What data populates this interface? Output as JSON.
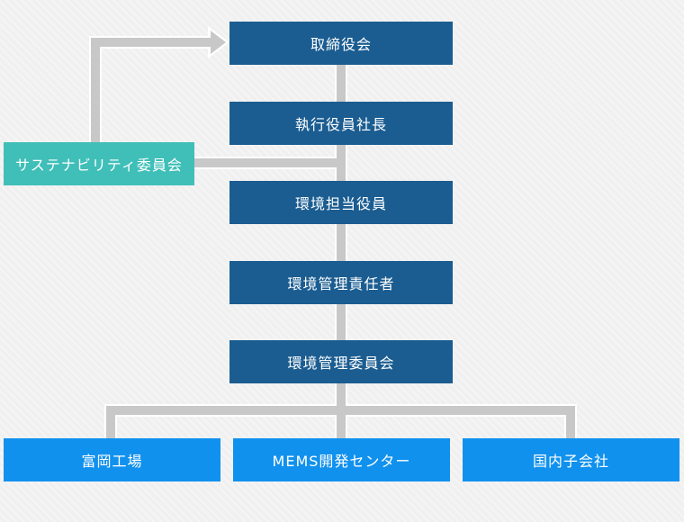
{
  "diagram": {
    "nodes": {
      "board": "取締役会",
      "president": "執行役員社長",
      "sustainability": "サステナビリティ委員会",
      "env_officer": "環境担当役員",
      "env_manager": "環境管理責任者",
      "env_committee": "環境管理委員会",
      "tomioka": "富岡工場",
      "mems": "MEMS開発センター",
      "subsidiaries": "国内子会社"
    }
  },
  "colors": {
    "primary_box": "#1b5d91",
    "committee_box": "#3fbfb8",
    "site_box": "#1191ee",
    "connector": "#c8c8c8",
    "background": "#f0f0f0"
  }
}
